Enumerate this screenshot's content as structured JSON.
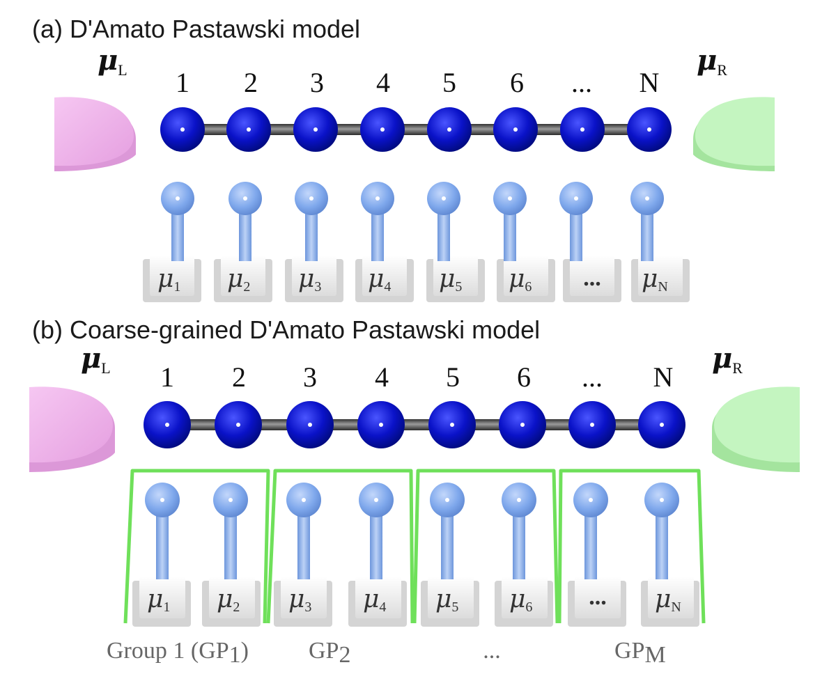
{
  "panel_a": {
    "caption": "(a) D'Amato Pastawski model",
    "mu_left": {
      "symbol": "μ",
      "sub": "L"
    },
    "mu_right": {
      "symbol": "μ",
      "sub": "R"
    },
    "site_labels": [
      "1",
      "2",
      "3",
      "4",
      "5",
      "6",
      "...",
      "N"
    ],
    "probes": [
      {
        "symbol": "μ",
        "sub": "1"
      },
      {
        "symbol": "μ",
        "sub": "2"
      },
      {
        "symbol": "μ",
        "sub": "3"
      },
      {
        "symbol": "μ",
        "sub": "4"
      },
      {
        "symbol": "μ",
        "sub": "5"
      },
      {
        "symbol": "μ",
        "sub": "6"
      },
      {
        "symbol": "...",
        "sub": ""
      },
      {
        "symbol": "μ",
        "sub": "N"
      }
    ]
  },
  "panel_b": {
    "caption": "(b) Coarse-grained D'Amato Pastawski model",
    "mu_left": {
      "symbol": "μ",
      "sub": "L"
    },
    "mu_right": {
      "symbol": "μ",
      "sub": "R"
    },
    "site_labels": [
      "1",
      "2",
      "3",
      "4",
      "5",
      "6",
      "...",
      "N"
    ],
    "probes": [
      {
        "symbol": "μ",
        "sub": "1"
      },
      {
        "symbol": "μ",
        "sub": "2"
      },
      {
        "symbol": "μ",
        "sub": "3"
      },
      {
        "symbol": "μ",
        "sub": "4"
      },
      {
        "symbol": "μ",
        "sub": "5"
      },
      {
        "symbol": "μ",
        "sub": "6"
      },
      {
        "symbol": "...",
        "sub": ""
      },
      {
        "symbol": "μ",
        "sub": "N"
      }
    ],
    "groups": [
      {
        "main": "Group 1 (GP",
        "sub": "1",
        "tail": ")"
      },
      {
        "main": "GP",
        "sub": "2",
        "tail": ""
      },
      {
        "main": "...",
        "sub": "",
        "tail": ""
      },
      {
        "main": "GP",
        "sub": "M",
        "tail": ""
      }
    ]
  },
  "colors": {
    "site": "#0a12c8",
    "bond": "#555555",
    "probe": "#7fa8ec",
    "lead_left": "#f2b5ee",
    "lead_right": "#c4f5c0",
    "group_frame": "#6fe05a",
    "box": "#f2f2f2"
  }
}
